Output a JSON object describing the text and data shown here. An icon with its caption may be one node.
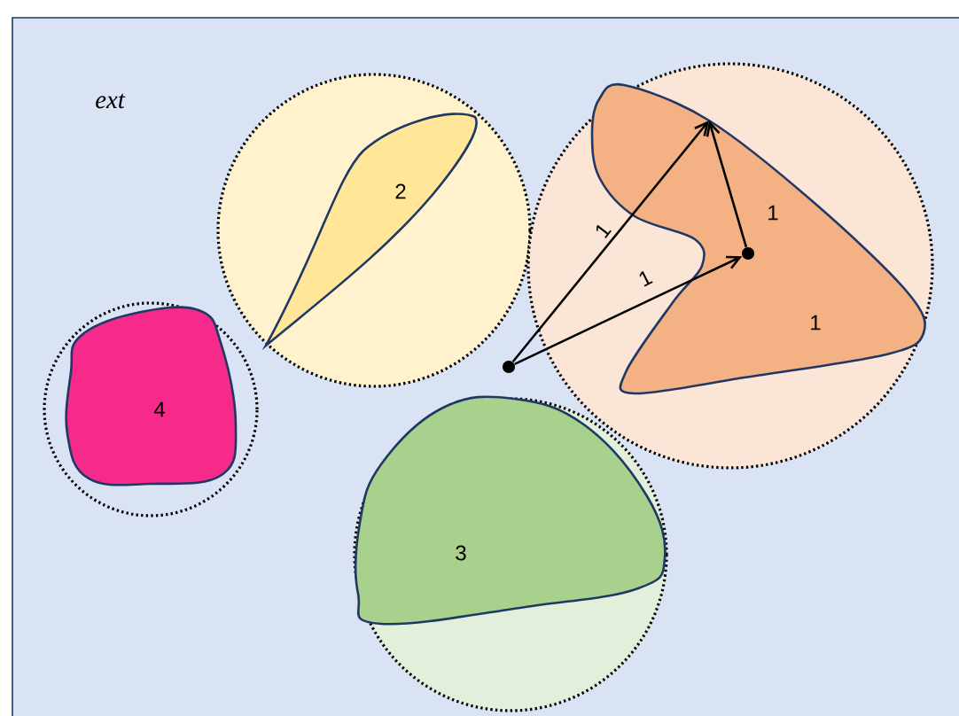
{
  "diagram": {
    "nodes": [
      {
        "text": [],
        "shape": "circle"
      },
      {
        "text": [
          "4"
        ],
        "in": 0
      },
      {
        "text": [],
        "shape": "circle"
      },
      {
        "text": [
          "2"
        ],
        "in": 2
      },
      {
        "text": [],
        "shape": "circle"
      },
      {
        "text": [
          "1"
        ],
        "in": 4
      },
      {
        "text": [],
        "shape": "circle"
      },
      {
        "text": [
          "3"
        ],
        "in": 6
      },
      {
        "text": [],
        "shape": "circle"
      },
      {
        "text": [],
        "shape": "circle",
        "in": 5
      }
    ],
    "edges": [
      {
        "from": 8,
        "to": 5,
        "arrow": "to",
        "label": "1"
      },
      {
        "from": 8,
        "to": 9,
        "arrow": "to",
        "label": "1"
      },
      {
        "from": 9,
        "to": 5,
        "arrow": "to",
        "label": "1"
      }
    ],
    "labels": [
      "ext"
    ]
  }
}
